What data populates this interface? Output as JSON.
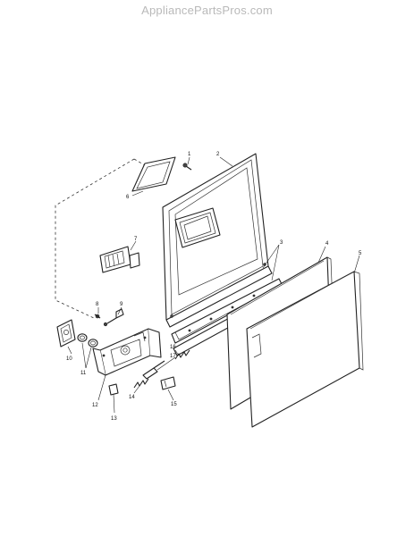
{
  "watermark": "AppliancePartsPros.com",
  "callouts": {
    "c1": "1",
    "c2": "2",
    "c3": "3",
    "c4": "4",
    "c5": "5",
    "c6": "6",
    "c7": "7",
    "c8": "8",
    "c9": "9",
    "c10": "10",
    "c11": "11",
    "c12": "12",
    "c13": "13",
    "c14": "14",
    "c15": "15",
    "c16": "16",
    "c17": "17"
  }
}
